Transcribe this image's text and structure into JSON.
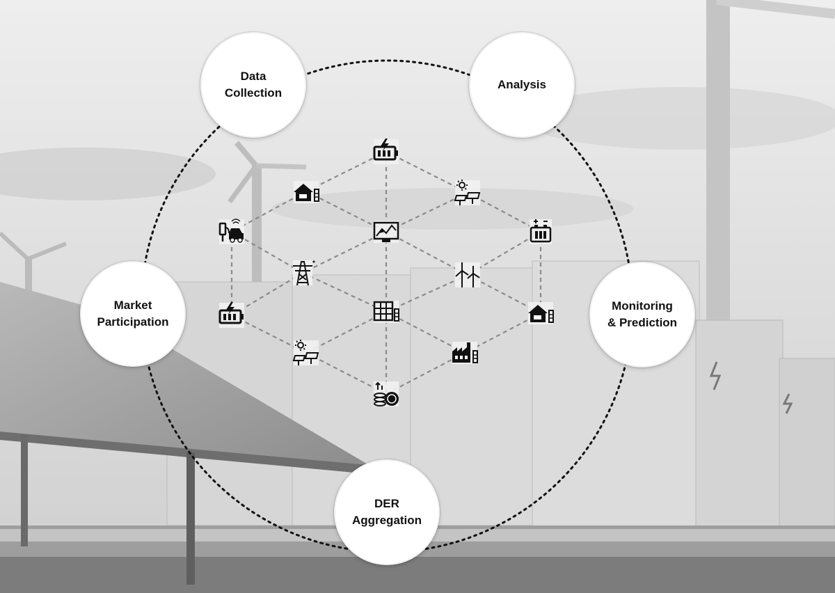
{
  "stages": {
    "data_collection": {
      "line1": "Data",
      "line2": "Collection"
    },
    "analysis": {
      "line1": "Analysis"
    },
    "market_participation": {
      "line1": "Market",
      "line2": "Participation"
    },
    "monitoring_prediction": {
      "line1": "Monitoring",
      "line2": "& Prediction"
    },
    "der_aggregation": {
      "line1": "DER",
      "line2": "Aggregation"
    }
  },
  "resource_icons": [
    "battery-charge-icon",
    "house-battery-icon",
    "solar-sun-icon",
    "ev-charging-icon",
    "control-monitor-icon",
    "battery-terminal-icon",
    "transmission-tower-icon",
    "wind-turbines-icon",
    "battery-charge-icon",
    "building-battery-icon",
    "house-battery-icon",
    "solar-sun-icon",
    "factory-battery-icon",
    "carbon-coins-icon"
  ],
  "colors": {
    "node_fill": "#ffffff",
    "node_text": "#111111",
    "connector": "#111111",
    "mesh": "#8a8a8a",
    "icon": "#111111"
  }
}
